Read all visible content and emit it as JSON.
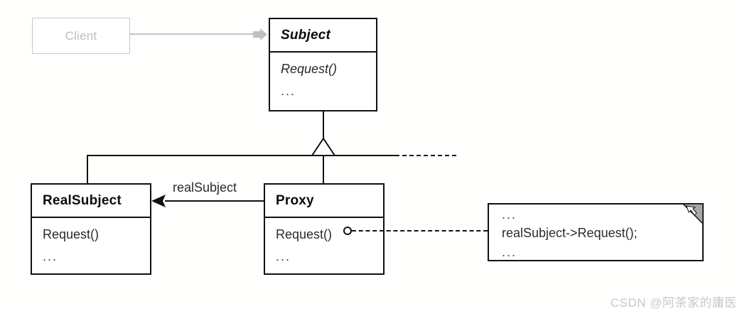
{
  "diagram": {
    "title": "Proxy design pattern UML class diagram",
    "colors": {
      "line": "#111111",
      "box_fill": "#ffffff",
      "grayed_border": "#c9c9c9",
      "grayed_text": "#bdbdbd",
      "note_fold_fill": "#a8a8a8",
      "watermark": "#c8c8c8",
      "background": "#fffffe"
    },
    "classes": {
      "client": {
        "name": "Client",
        "stereotype": "grayed-out"
      },
      "subject": {
        "name": "Subject",
        "abstract": true,
        "operations": [
          "Request()"
        ],
        "ellipsis": "..."
      },
      "real_subject": {
        "name": "RealSubject",
        "abstract": false,
        "operations": [
          "Request()"
        ],
        "ellipsis": "..."
      },
      "proxy": {
        "name": "Proxy",
        "abstract": false,
        "operations": [
          "Request()"
        ],
        "ellipsis": "..."
      }
    },
    "associations": {
      "proxy_to_real_subject_label": "realSubject"
    },
    "note": {
      "line1": "...",
      "line2": "realSubject->Request();",
      "line3": "..."
    },
    "watermark": "CSDN @阿茶家的庸医"
  }
}
